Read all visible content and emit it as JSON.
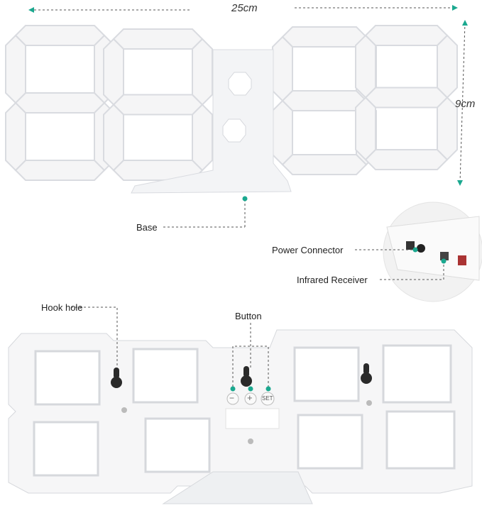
{
  "dimensions": {
    "width": "25cm",
    "height": "9cm"
  },
  "labels": {
    "base": "Base",
    "power_connector": "Power Connector",
    "infrared_receiver": "Infrared Receiver",
    "hook_hole": "Hook hole",
    "button": "Button"
  },
  "buttons": {
    "minus": "−",
    "plus": "+",
    "set": "SET"
  },
  "colors": {
    "accent": "#1aa88f",
    "segment": "#f5f5f6",
    "segment_edge": "#d9dbe0"
  }
}
